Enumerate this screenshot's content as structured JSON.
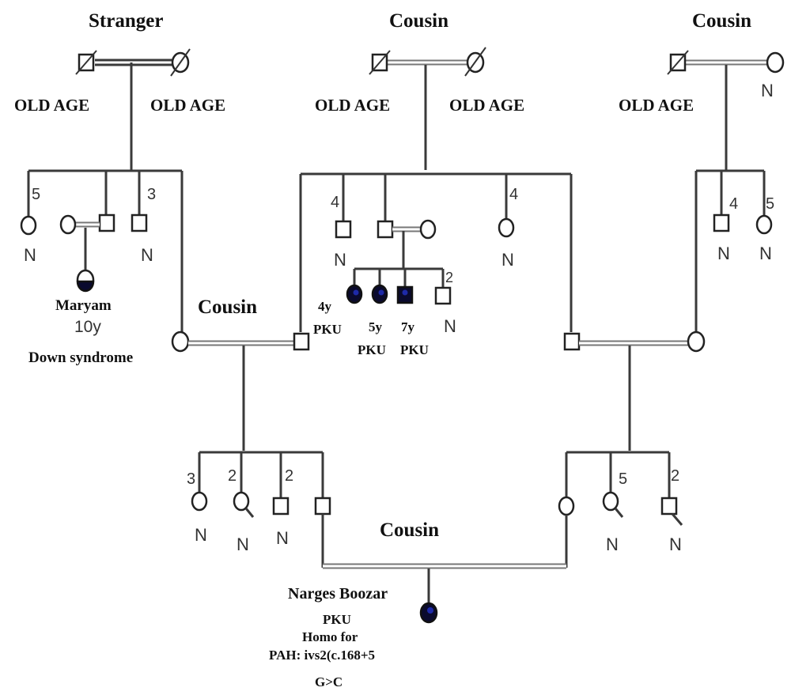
{
  "labels": {
    "stranger": "Stranger",
    "cousin_top_mid": "Cousin",
    "cousin_top_right": "Cousin",
    "old_age_1": "OLD AGE",
    "old_age_2": "OLD AGE",
    "old_age_3": "OLD AGE",
    "old_age_4": "OLD AGE",
    "old_age_5": "OLD AGE",
    "n_top_right": "N",
    "cousin_mid": "Cousin",
    "cousin_bottom": "Cousin",
    "maryam": "Maryam",
    "maryam_age": "10y",
    "down_syndrome": "Down syndrome",
    "num_5a": "5",
    "num_3a": "3",
    "n_a1": "N",
    "n_a2": "N",
    "num_4a": "4",
    "num_4b": "4",
    "n_b1": "N",
    "n_b2": "N",
    "num_2a": "2",
    "n_b3": "N",
    "age_4y": "4y",
    "pku_1": "PKU",
    "age_5y": "5y",
    "age_7y": "7y",
    "pku_2": "PKU",
    "pku_3": "PKU",
    "num_4c": "4",
    "num_5b": "5",
    "n_c1": "N",
    "n_c2": "N",
    "num_3b": "3",
    "num_2b": "2",
    "num_2c": "2",
    "n_d1": "N",
    "n_d2": "N",
    "n_d3": "N",
    "num_5c": "5",
    "num_2d": "2",
    "n_e1": "N",
    "n_e2": "N",
    "proband_name": "Narges Boozar",
    "proband_dx": "PKU",
    "proband_line1": "Homo for",
    "proband_line2": "PAH: ivs2(c.168+5",
    "proband_line3": "G>C"
  },
  "colors": {
    "affected_fill": "#0a0a2e",
    "affected_dot": "#1e2aa8",
    "line": "#3a3a3a"
  }
}
